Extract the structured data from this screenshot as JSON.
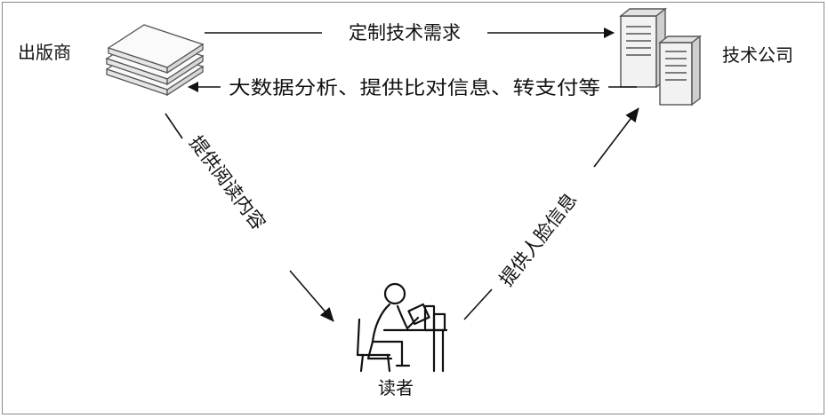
{
  "nodes": {
    "publisher": {
      "label": "出版商",
      "icon": "stacked-books-icon"
    },
    "tech_company": {
      "label": "技术公司",
      "icon": "servers-icon"
    },
    "reader": {
      "label": "读者",
      "icon": "reading-person-icon"
    }
  },
  "edges": {
    "publisher_to_tech": {
      "label": "定制技术需求"
    },
    "tech_to_publisher": {
      "label": "大数据分析、提供比对信息、转支付等"
    },
    "publisher_to_reader": {
      "label": "提供阅读内容"
    },
    "reader_to_tech": {
      "label": "提供人脸信息"
    }
  },
  "colors": {
    "ink": "#111111",
    "frame": "#8a8a8a",
    "server_body": "#f2f2f2"
  }
}
